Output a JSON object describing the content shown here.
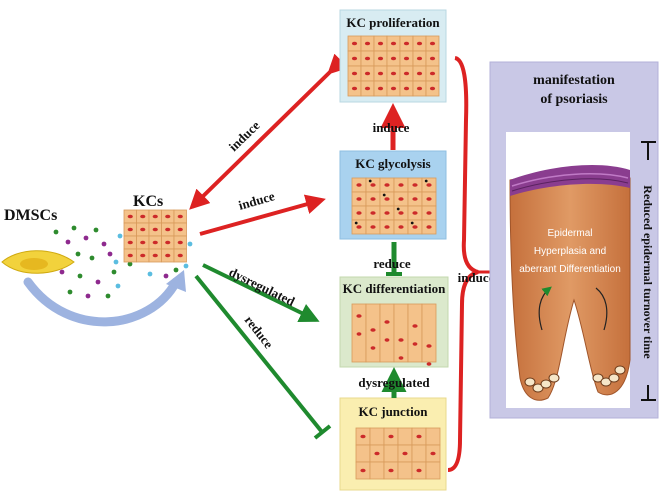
{
  "colors": {
    "red": "#dd2222",
    "green": "#1f8a2e",
    "prolif_bg": "#d8ecf2",
    "glyco_bg": "#a9d2ef",
    "diff_bg": "#dbe9cc",
    "junction_bg": "#faeeb0",
    "panel_bg": "#c9c8e6",
    "cell_fill": "#f4c28a",
    "nucleus": "#cc2a2a",
    "skin": "#d98a55",
    "skin_top": "#8a3d8f",
    "dmsc": "#f2d23c"
  },
  "labels": {
    "dmscs": "DMSCs",
    "kcs": "KCs",
    "arrow_induce_1": "induce",
    "arrow_induce_2": "induce",
    "arrow_dysregulated": "dysregulated",
    "arrow_reduce": "reduce",
    "mid_induce": "induce",
    "mid_reduce": "reduce",
    "mid_dysregulated": "dysregulated",
    "brace_induce": "induce"
  },
  "boxes": {
    "proliferation": "KC proliferation",
    "glycolysis": "KC glycolysis",
    "differentiation": "KC differentiation",
    "junction": "KC junction"
  },
  "panel": {
    "title_line1": "manifestation",
    "title_line2": "of psoriasis",
    "side_label": "Reduced epidermal turnover time",
    "inner_line1": "Epidermal",
    "inner_line2": "Hyperplasia and",
    "inner_line3": "aberrant Differentiation"
  }
}
